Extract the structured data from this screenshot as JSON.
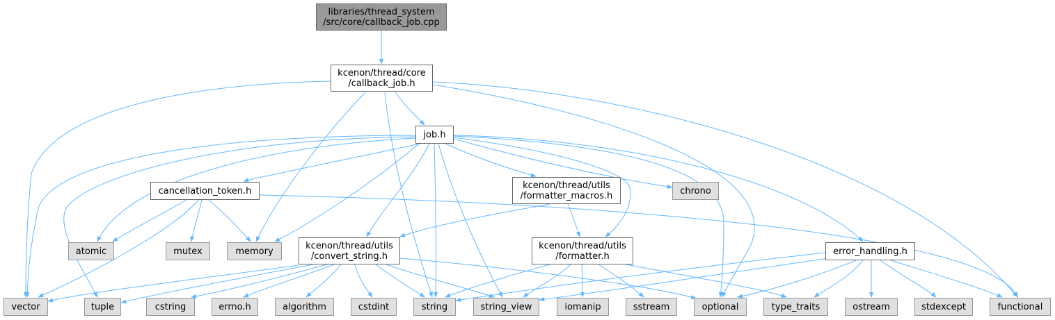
{
  "colors": {
    "edge": "#63b8ff",
    "root_fill": "#999999",
    "external_fill": "#e0e0e0",
    "local_fill": "#ffffff"
  },
  "nodes": {
    "root": "libraries/thread_system\n/src/core/callback_job.cpp",
    "callback_job": "kcenon/thread/core\n/callback_job.h",
    "job": "job.h",
    "cancellation_token": "cancellation_token.h",
    "formatter_macros": "kcenon/thread/utils\n/formatter_macros.h",
    "chrono": "chrono",
    "atomic": "atomic",
    "mutex": "mutex",
    "memory": "memory",
    "convert_string": "kcenon/thread/utils\n/convert_string.h",
    "formatter": "kcenon/thread/utils\n/formatter.h",
    "error_handling": "error_handling.h",
    "vector": "vector",
    "tuple": "tuple",
    "cstring": "cstring",
    "errno": "errno.h",
    "algorithm": "algorithm",
    "cstdint": "cstdint",
    "string": "string",
    "string_view": "string_view",
    "iomanip": "iomanip",
    "sstream": "sstream",
    "optional": "optional",
    "type_traits": "type_traits",
    "ostream": "ostream",
    "stdexcept": "stdexcept",
    "functional": "functional"
  }
}
